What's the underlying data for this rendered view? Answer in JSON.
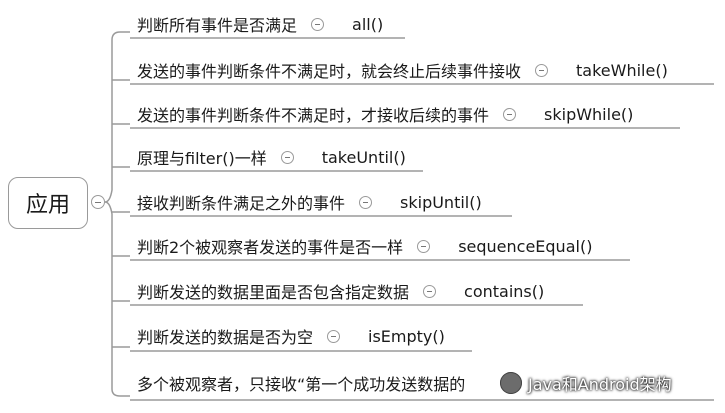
{
  "root": {
    "label": "应用"
  },
  "branches": [
    {
      "desc": "判断所有事件是否满足",
      "op": "all()"
    },
    {
      "desc": "发送的事件判断条件不满足时，就会终止后续事件接收",
      "op": "takeWhile()"
    },
    {
      "desc": "发送的事件判断条件不满足时，才接收后续的事件",
      "op": "skipWhile()"
    },
    {
      "desc": "原理与filter()一样",
      "op": "takeUntil()"
    },
    {
      "desc": "接收判断条件满足之外的事件",
      "op": "skipUntil()"
    },
    {
      "desc": "判断2个被观察者发送的事件是否一样",
      "op": "sequenceEqual()"
    },
    {
      "desc": "判断发送的数据里面是否包含指定数据",
      "op": "contains()"
    },
    {
      "desc": "判断发送的数据是否为空",
      "op": "isEmpty()"
    },
    {
      "desc": "多个被观察者，只接收“第一个成功发送数据的",
      "op": ""
    }
  ],
  "watermark": {
    "text": "Java和Android架构"
  }
}
